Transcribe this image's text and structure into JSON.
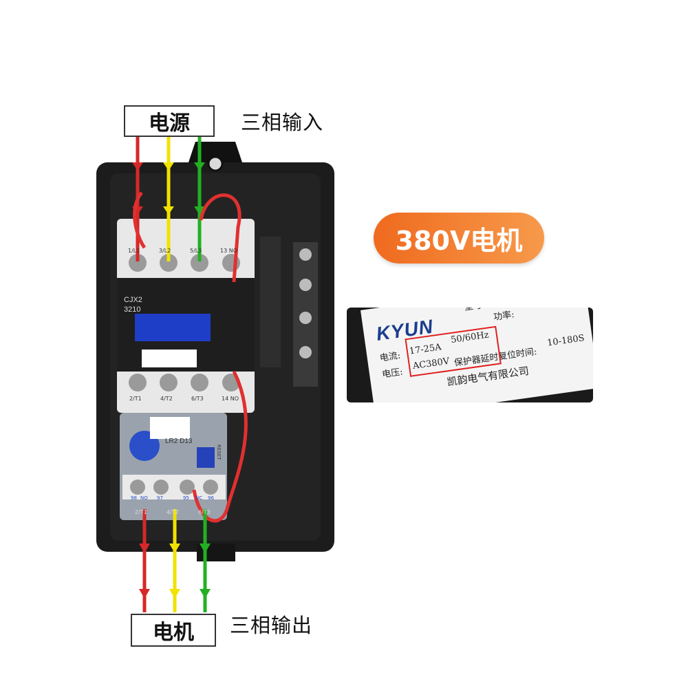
{
  "labels": {
    "power_source": "电源",
    "three_phase_input": "三相输入",
    "motor": "电机",
    "three_phase_output": "三相输出",
    "badge": "380V电机"
  },
  "contactor": {
    "model": "CJX2",
    "rating": "3210",
    "top_terminals": [
      "1/L1",
      "3/L2",
      "5/L3",
      "13 NO"
    ],
    "bottom_terminals": [
      "2/T1",
      "4/T2",
      "6/T3",
      "14 NO"
    ]
  },
  "relay": {
    "model": "LR2 D13",
    "reset": "RESET",
    "aux_terminals": [
      "NO",
      "97",
      "95",
      "NC",
      "96"
    ],
    "aux_numbers": [
      "98"
    ],
    "bottom_terminals": [
      "2/T1",
      "4/T2",
      "6/T3"
    ]
  },
  "nameplate": {
    "brand": "KYUN",
    "type_prefix": "型号",
    "power_prefix": "功率:",
    "current_prefix": "电流:",
    "current_value": "17-25A",
    "freq": "50/60Hz",
    "voltage_prefix": "电压:",
    "voltage_value": "AC380V",
    "delay_text": "保护器延时复位时间:",
    "delay_value": "10-180S",
    "company": "凯韵电气有限公司"
  },
  "colors": {
    "phase_1": "#d62828",
    "phase_2": "#f1e200",
    "phase_3": "#22b022",
    "badge_orange": "#f07a2a",
    "enclosure": "#1c1c1c"
  }
}
